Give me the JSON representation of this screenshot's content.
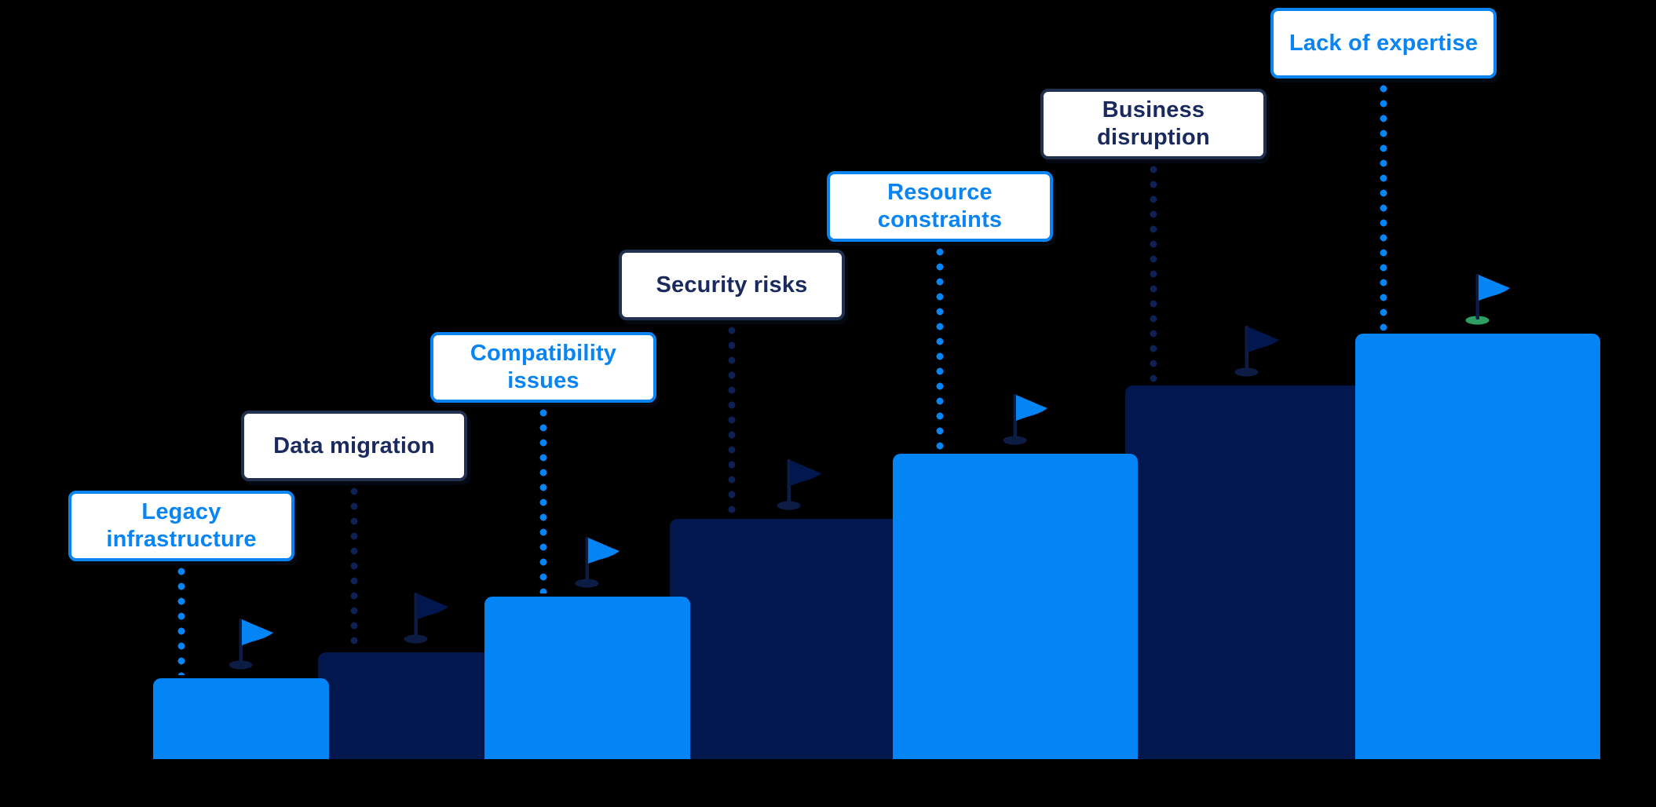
{
  "diagram": {
    "type": "ascending-steps-infographic",
    "description": "Seven ascending bars with milestone flags; each bar linked by a dotted line to a labeled callout box",
    "background_color": "#000000",
    "colors": {
      "bright_blue": "#0385f6",
      "dark_navy_bar": "#02174d",
      "navy_pole": "#0d1c45",
      "navy_label_text": "#1b2a5e",
      "navy_label_border": "#21304f",
      "blue_label_border": "#0b84f0",
      "label_background": "#ffffff",
      "final_flag_base_green": "#2f9e62"
    },
    "steps": [
      {
        "rank": 1,
        "label": "Legacy\ninfrastructure",
        "theme": "blue",
        "flag": "blue-flag-icon",
        "flag_base": "navy"
      },
      {
        "rank": 2,
        "label": "Data migration",
        "theme": "navy",
        "flag": "navy-flag-icon",
        "flag_base": "navy"
      },
      {
        "rank": 3,
        "label": "Compatibility\nissues",
        "theme": "blue",
        "flag": "blue-flag-icon",
        "flag_base": "navy"
      },
      {
        "rank": 4,
        "label": "Security risks",
        "theme": "navy",
        "flag": "navy-flag-icon",
        "flag_base": "navy"
      },
      {
        "rank": 5,
        "label": "Resource\nconstraints",
        "theme": "blue",
        "flag": "blue-flag-icon",
        "flag_base": "navy"
      },
      {
        "rank": 6,
        "label": "Business\ndisruption",
        "theme": "navy",
        "flag": "navy-flag-icon",
        "flag_base": "navy"
      },
      {
        "rank": 7,
        "label": "Lack of expertise",
        "theme": "blue",
        "flag": "blue-flag-icon",
        "flag_base": "green"
      }
    ]
  }
}
